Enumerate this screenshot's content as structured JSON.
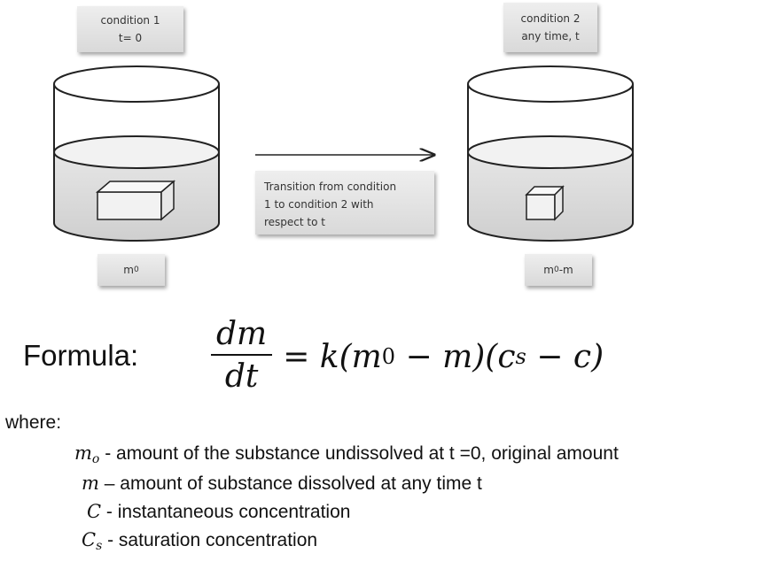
{
  "condition1": {
    "line1": "condition 1",
    "line2": "t= 0"
  },
  "condition2": {
    "line1": "condition 2",
    "line2": "any time, t"
  },
  "transition": {
    "line1": "Transition from condition",
    "line2": "1 to condition 2 with",
    "line3": "respect to t"
  },
  "mass_left": {
    "base": "m",
    "sub": "0",
    "tail": ""
  },
  "mass_right": {
    "base": "m",
    "sub": "0",
    "tail": "-m"
  },
  "formula": {
    "label": "Formula:",
    "numerator": "dm",
    "denominator": "dt",
    "eq": "= k(",
    "m0_base": "m",
    "m0_sub": "0",
    "minus_m": " − m)(",
    "cs_base": "c",
    "cs_sub": "s",
    "minus_c": " − c)"
  },
  "where": "where:",
  "definitions": [
    {
      "symbol": "m",
      "sub": "o",
      "text": " - amount of the substance undissolved at t =0, original amount"
    },
    {
      "symbol": "m",
      "sub": "",
      "text": " – amount of substance dissolved at any time t"
    },
    {
      "symbol": "C",
      "sub": "",
      "text": " - instantaneous concentration"
    },
    {
      "symbol": "C",
      "sub": "s",
      "text": " - saturation concentration"
    }
  ]
}
